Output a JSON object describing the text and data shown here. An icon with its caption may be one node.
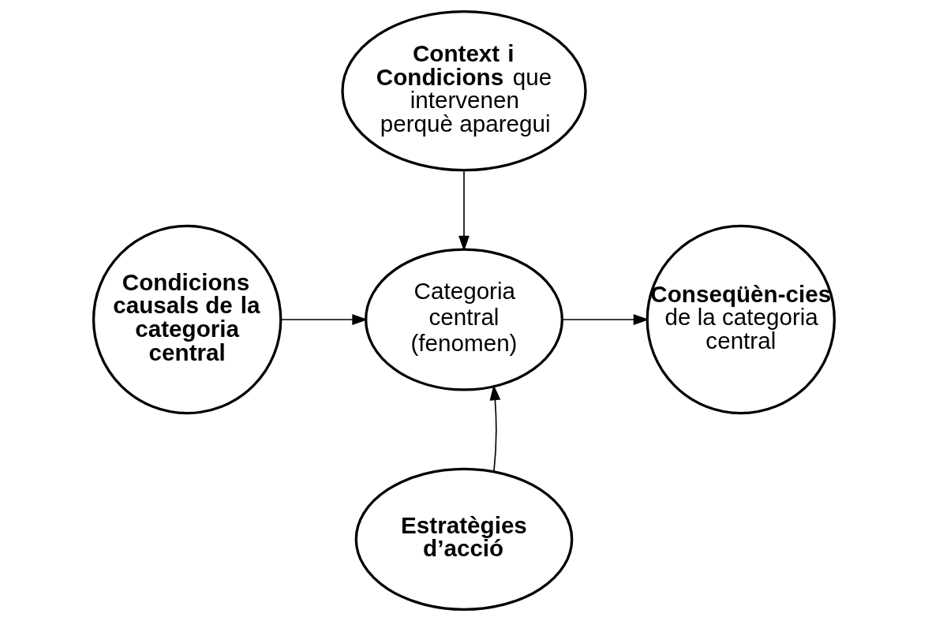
{
  "diagram": {
    "nodes": [
      {
        "text": [
          "**Context i Condicions** que intervenen perquè aparegui"
        ]
      },
      {
        "text": [
          "Condicions causals de la categoria central"
        ]
      },
      {
        "text": [
          "Categoria central (fenomen)"
        ]
      },
      {
        "text": [
          "**Conseqüèn-cies** de la categoria central"
        ]
      },
      {
        "text": [
          "Estratègies d’acció"
        ]
      }
    ],
    "edges": [
      {
        "from": 0,
        "to": 2,
        "arrow": "to"
      },
      {
        "from": 1,
        "to": 2,
        "arrow": "to"
      },
      {
        "from": 2,
        "to": 3,
        "arrow": "to"
      },
      {
        "from": 4,
        "to": 2,
        "arrow": "to"
      }
    ]
  }
}
